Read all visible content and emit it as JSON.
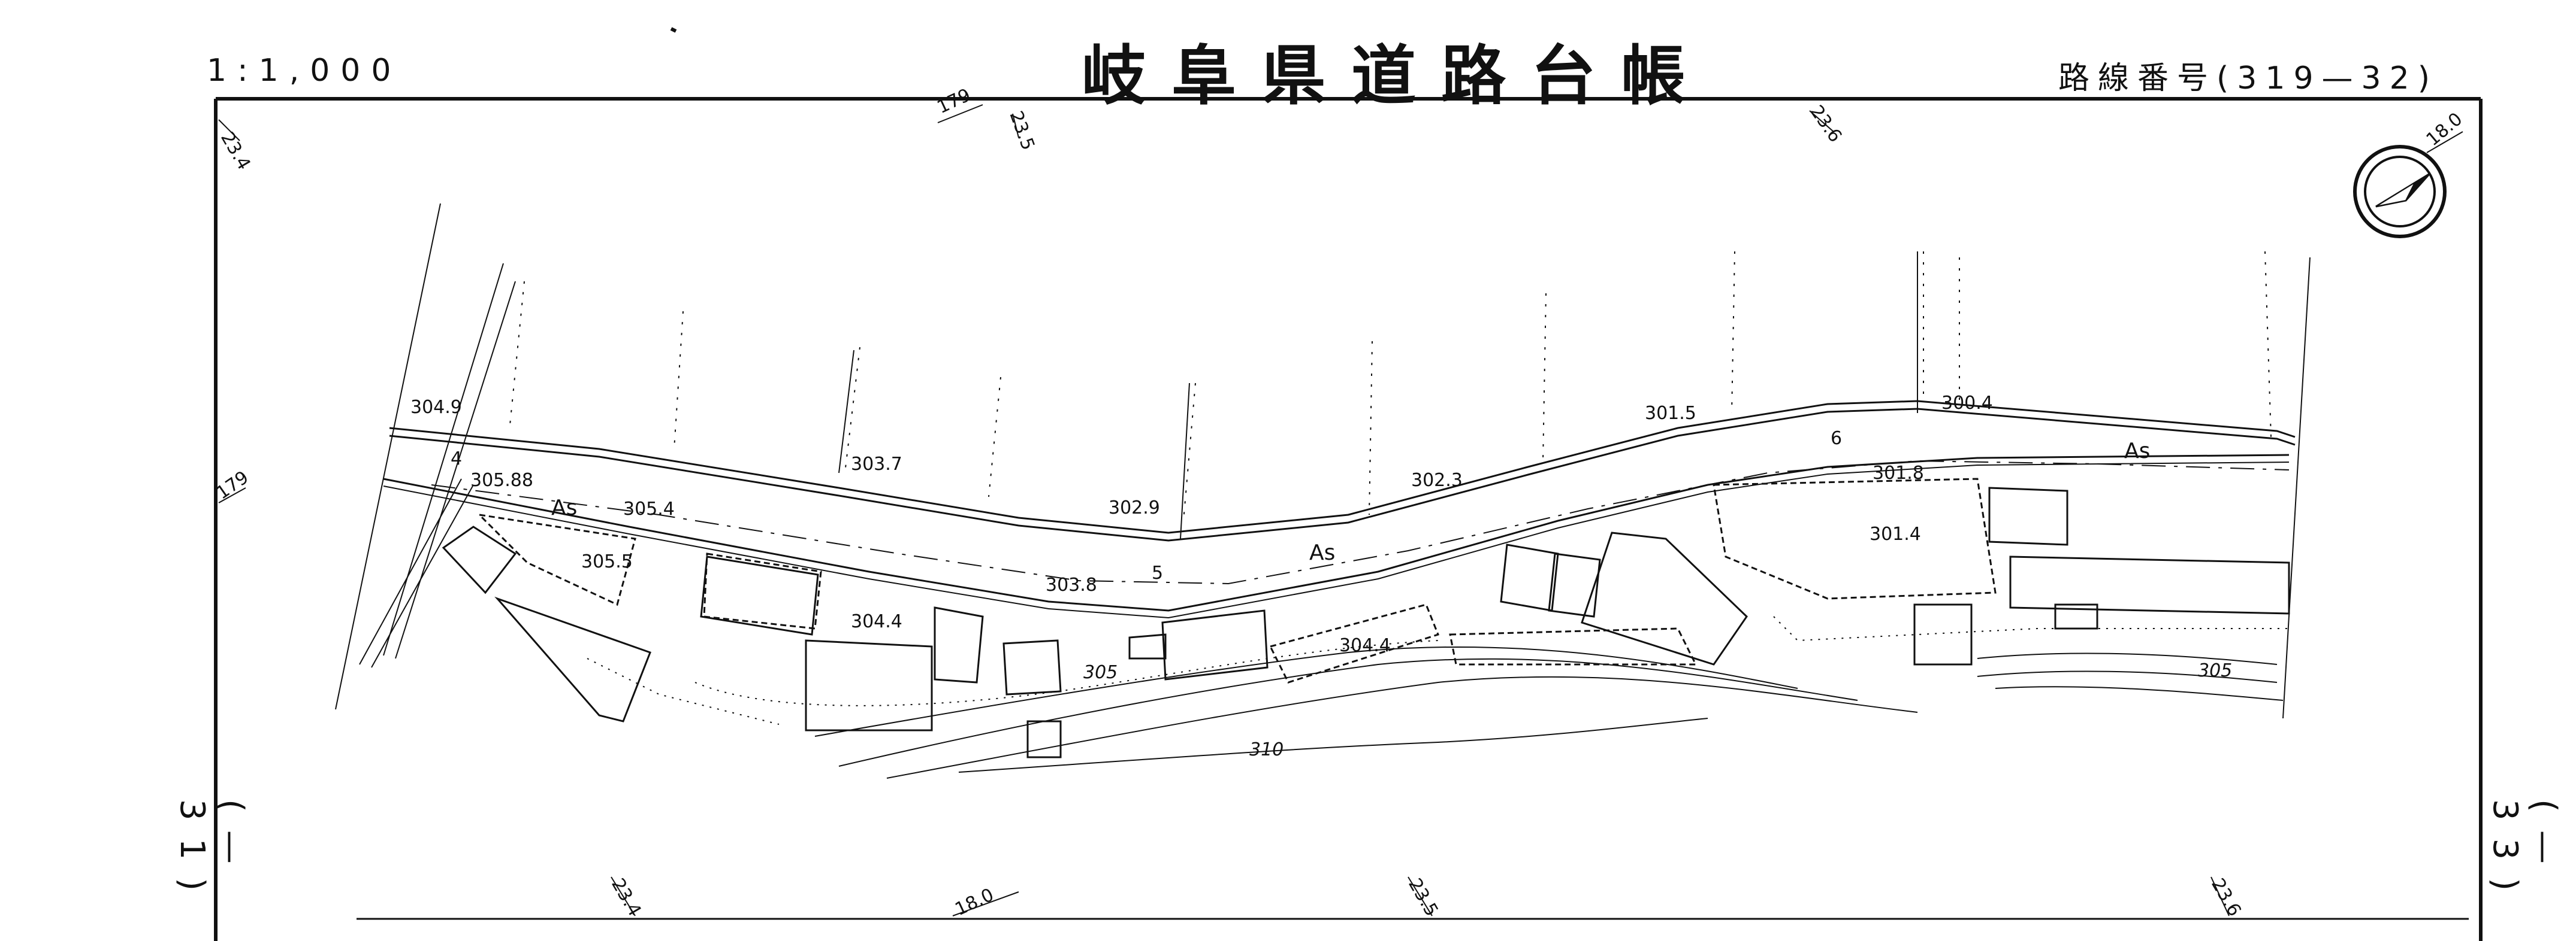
{
  "header": {
    "scale": "1:1,000",
    "title": "岐阜県道路台帳",
    "route_number_label": "路線番号(319—32)"
  },
  "adjacent_sheets": {
    "left": "(—31)",
    "right": "(—33)"
  },
  "map_labels": {
    "grid": [
      "23.4",
      "179",
      "23.5",
      "23.6",
      "18.0",
      "179",
      "23.4",
      "18.0",
      "23.5",
      "23.6"
    ],
    "elevations": [
      "304.9",
      "305.88",
      "305.4",
      "305.5",
      "303.7",
      "302.9",
      "303.8",
      "304.4",
      "302.3",
      "304.4",
      "301.5",
      "300.4",
      "301.8",
      "301.4"
    ],
    "road_surface": [
      "As",
      "As",
      "As"
    ],
    "contours": [
      "305",
      "310",
      "305"
    ],
    "numbers": [
      "4",
      "5",
      "6"
    ]
  },
  "colors": {
    "ink": "#111111",
    "paper": "#ffffff"
  },
  "icons": [
    "north-arrow-icon"
  ]
}
